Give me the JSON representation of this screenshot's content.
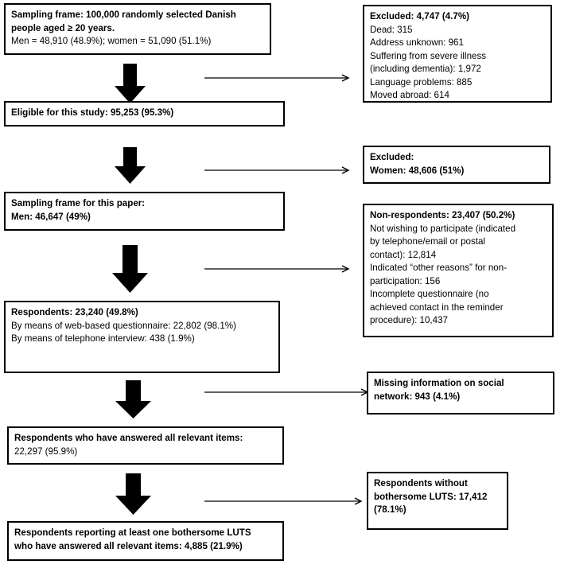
{
  "boxes": {
    "sampling_frame": [
      "Sampling frame: 100,000 randomly selected Danish",
      "people aged ≥ 20 years.",
      "Men = 48,910 (48.9%); women = 51,090 (51.1%)"
    ],
    "excluded_1": [
      "Excluded: 4,747 (4.7%)",
      "Dead: 315",
      "Address unknown: 961",
      "Suffering from severe illness",
      "(including dementia): 1,972",
      "Language problems: 885",
      "Moved abroad: 614"
    ],
    "eligible": [
      "Eligible for this study: 95,253 (95.3%)"
    ],
    "excluded_women": [
      "Excluded:",
      "Women: 48,606 (51%)"
    ],
    "sampling_frame_paper": [
      "Sampling frame for this paper:",
      "Men:  46,647 (49%)"
    ],
    "non_respondents": [
      "Non-respondents: 23,407 (50.2%)",
      "Not wishing to participate (indicated",
      "by telephone/email or postal",
      "contact): 12,814",
      "Indicated “other reasons” for non-",
      "participation: 156",
      "Incomplete questionnaire (no",
      "achieved contact in the reminder",
      "procedure): 10,437"
    ],
    "respondents": [
      "Respondents: 23,240 (49.8%)",
      "By means of web-based questionnaire: 22,802 (98.1%)",
      "By means of telephone interview: 438 (1.9%)"
    ],
    "missing_info": [
      "Missing information on social",
      "network: 943 (4.1%)"
    ],
    "answered_all": [
      "Respondents who have answered all relevant items:",
      "22,297 (95.9%)"
    ],
    "without_luts": [
      "Respondents without",
      "bothersome LUTS: 17,412",
      "(78.1%)"
    ],
    "reporting_luts": [
      "Respondents reporting at least one bothersome LUTS",
      "who have answered all relevant items: 4,885 (21.9%)"
    ]
  }
}
